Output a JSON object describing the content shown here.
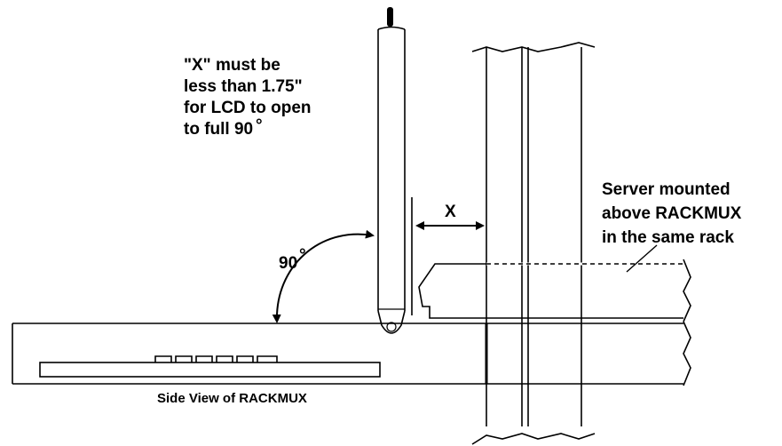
{
  "labels": {
    "note_lines": [
      "\"X\" must be",
      "less than 1.75\"",
      "for LCD to open",
      "to full 90"
    ],
    "note_degree": "°",
    "angle_value": "90",
    "angle_degree": "°",
    "x_label": "X",
    "server_lines": [
      "Server mounted",
      "above RACKMUX",
      "in the same rack"
    ],
    "side_view": "Side View of RACKMUX"
  }
}
